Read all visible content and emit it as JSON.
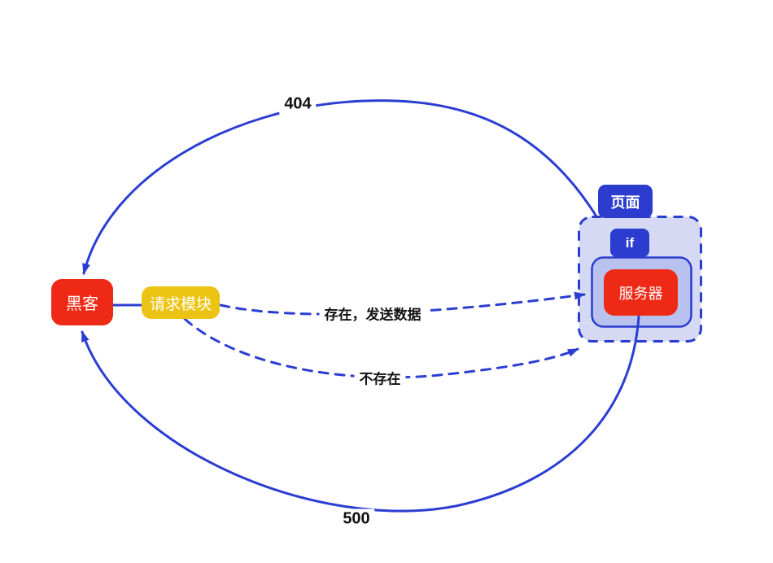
{
  "diagram": {
    "nodes": {
      "hacker": {
        "label": "黑客",
        "fill": "#ee2a17",
        "text_color": "#ffffff"
      },
      "request_module": {
        "label": "请求模块",
        "fill": "#ebc413",
        "text_color": "#ffffff"
      },
      "server": {
        "label": "服务器",
        "fill": "#ee2a17",
        "text_color": "#ffffff"
      },
      "page_group": {
        "label": "页面",
        "fill": "#d5d9f3",
        "border_style": "dashed",
        "badge_fill": "#2c3ccf"
      },
      "if_group": {
        "label": "if",
        "fill": "#b9c2ee",
        "border_style": "solid",
        "badge_fill": "#2c3ccf"
      }
    },
    "edges": [
      {
        "id": "e404",
        "label": "404",
        "style": "solid",
        "from": "page_group",
        "to": "hacker"
      },
      {
        "id": "link",
        "label": "",
        "style": "solid",
        "from": "hacker",
        "to": "request_module"
      },
      {
        "id": "exist",
        "label": "存在，发送数据",
        "style": "dashed",
        "from": "request_module",
        "to": "server"
      },
      {
        "id": "not_exist",
        "label": "不存在",
        "style": "dashed",
        "from": "request_module",
        "to": "page_group"
      },
      {
        "id": "e500",
        "label": "500",
        "style": "solid",
        "from": "server",
        "to": "hacker"
      }
    ],
    "colors": {
      "accent_blue": "#2c3ed2",
      "node_red": "#ee2a17",
      "node_yellow": "#ebc413",
      "group_fill_outer": "#d5d9f3",
      "group_fill_inner": "#b9c2ee",
      "edge_label_text": "#111111",
      "node_text": "#ffffff",
      "background": "#ffffff"
    }
  }
}
